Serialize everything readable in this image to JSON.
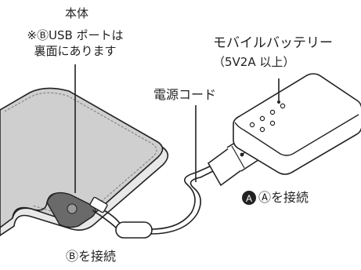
{
  "labels": {
    "body_title": "本体",
    "body_note_line1": "※ⒷUSB ポートは",
    "body_note_line2": "裏面にあります",
    "battery_title": "モバイルバッテリー",
    "battery_spec": "（5V2A 以上）",
    "cord": "電源コード",
    "connect_a": "Ⓐを接続",
    "connect_b": "Ⓑを接続"
  },
  "icons": [
    "usb-icon",
    "circle-a-badge",
    "circle-b-badge"
  ],
  "colors": {
    "line": "#222222",
    "pad_fill": "#cfcfcf",
    "pad_edge": "#7a7a7a",
    "battery_fill": "#ffffff"
  }
}
